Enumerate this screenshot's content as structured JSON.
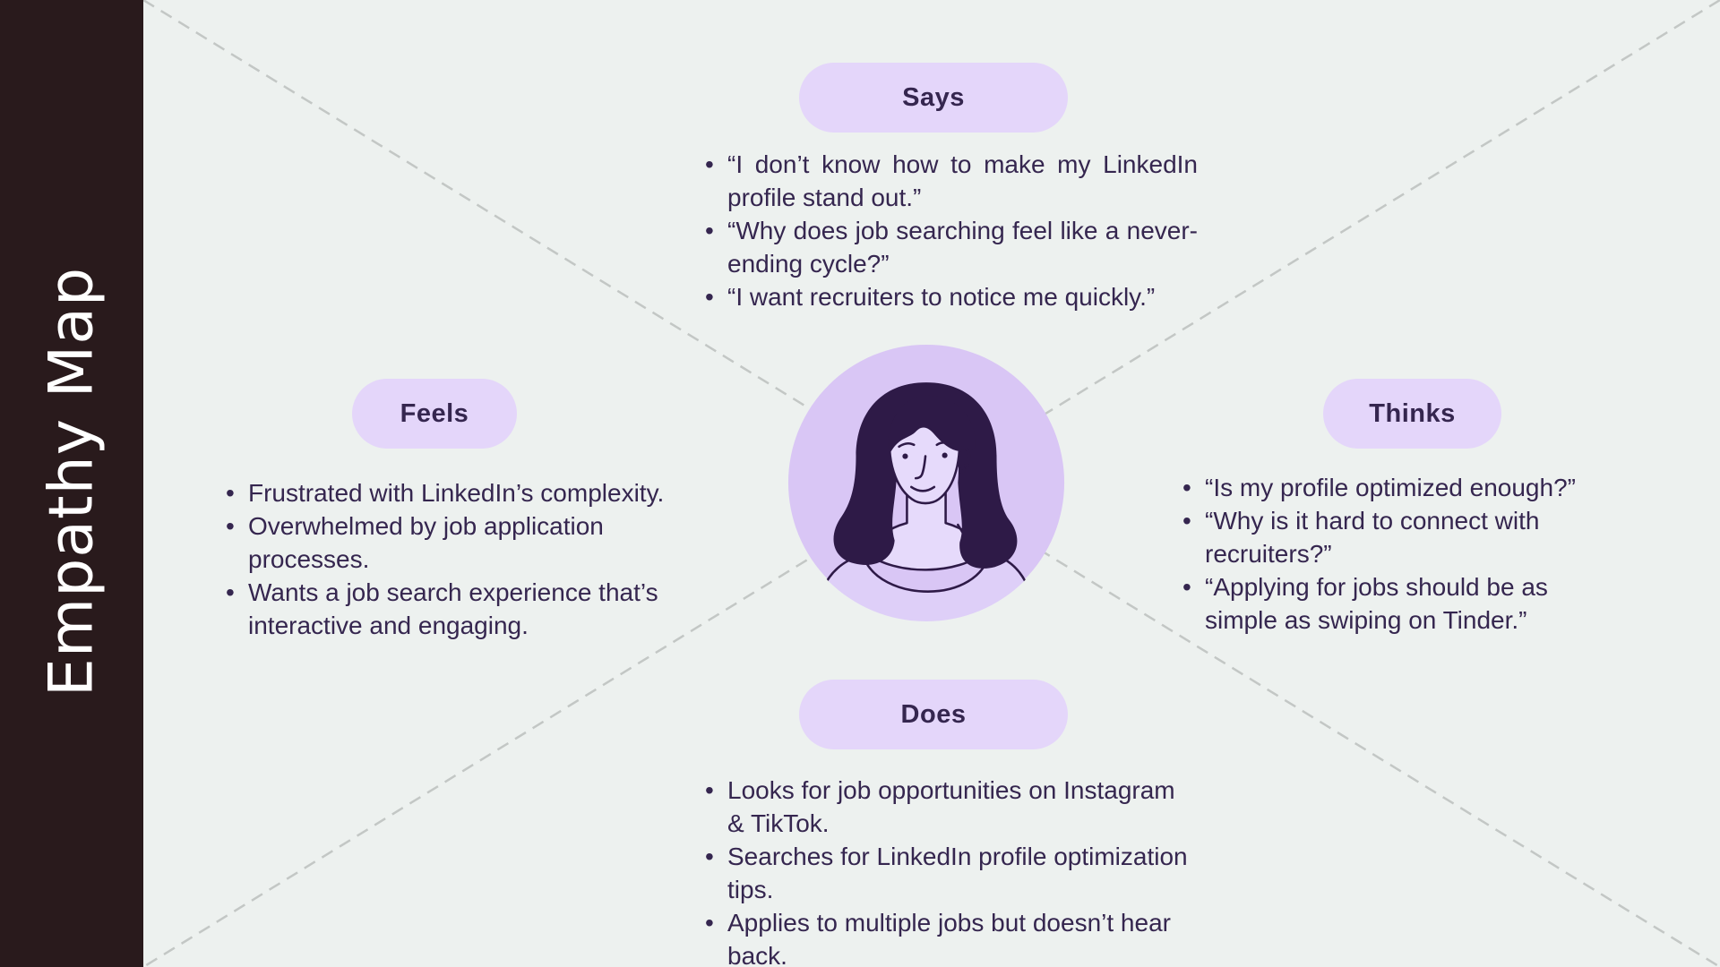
{
  "colors": {
    "background": "#EDF1EF",
    "sidebar_bg": "#291A1C",
    "pill_bg": "#E4D6FA",
    "avatar_circle": "#D9C6F5",
    "avatar_skin": "#E6DAFB",
    "avatar_shirt": "#DECFF8",
    "avatar_line": "#2E1A47",
    "text_dark": "#35264F",
    "guide_line": "#C3C7C5",
    "title_text": "#FFFFFF"
  },
  "sidebar": {
    "title": "Empathy Map"
  },
  "sections": {
    "says": {
      "label": "Says",
      "items": [
        "“I don’t know how to make my LinkedIn profile stand out.”",
        "“Why does job searching feel like a never-ending cycle?”",
        "“I want recruiters to notice me quickly.”"
      ]
    },
    "feels": {
      "label": "Feels",
      "items": [
        "Frustrated with LinkedIn’s complexity.",
        "Overwhelmed by job application processes.",
        "Wants a job search experience that’s interactive and engaging."
      ]
    },
    "thinks": {
      "label": "Thinks",
      "items": [
        "“Is my profile optimized enough?”",
        "“Why is it hard to connect with recruiters?”",
        "“Applying for jobs should be as simple as swiping on Tinder.”"
      ]
    },
    "does": {
      "label": "Does",
      "items": [
        "Looks for job opportunities on Instagram & TikTok.",
        "Searches for LinkedIn profile optimization tips.",
        "Applies to multiple jobs but doesn’t hear back."
      ]
    }
  },
  "avatar": {
    "name": "woman-persona-avatar"
  }
}
